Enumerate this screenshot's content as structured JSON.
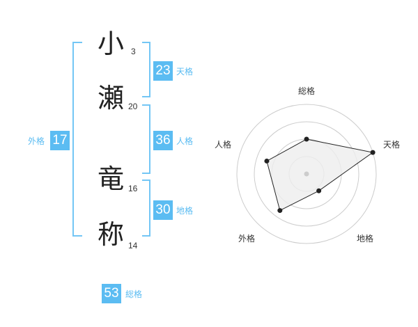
{
  "name_chars": [
    {
      "char": "小",
      "strokes": "3"
    },
    {
      "char": "瀬",
      "strokes": "20"
    },
    {
      "char": "竜",
      "strokes": "16"
    },
    {
      "char": "称",
      "strokes": "14"
    }
  ],
  "fortunes": {
    "tenkaku": {
      "label": "天格",
      "value": "23"
    },
    "jinkaku": {
      "label": "人格",
      "value": "36"
    },
    "chikaku": {
      "label": "地格",
      "value": "30"
    },
    "gaikaku": {
      "label": "外格",
      "value": "17"
    },
    "soukaku": {
      "label": "総格",
      "value": "53"
    }
  },
  "radar": {
    "axes": [
      "総格",
      "天格",
      "地格",
      "外格",
      "人格"
    ],
    "levels": [
      0.5,
      1.0,
      0.3,
      0.65,
      0.6
    ],
    "colors": {
      "fill": "#eeeeee",
      "line": "#222222",
      "grid": "#cccccc",
      "accent": "#5bbcf2"
    }
  }
}
